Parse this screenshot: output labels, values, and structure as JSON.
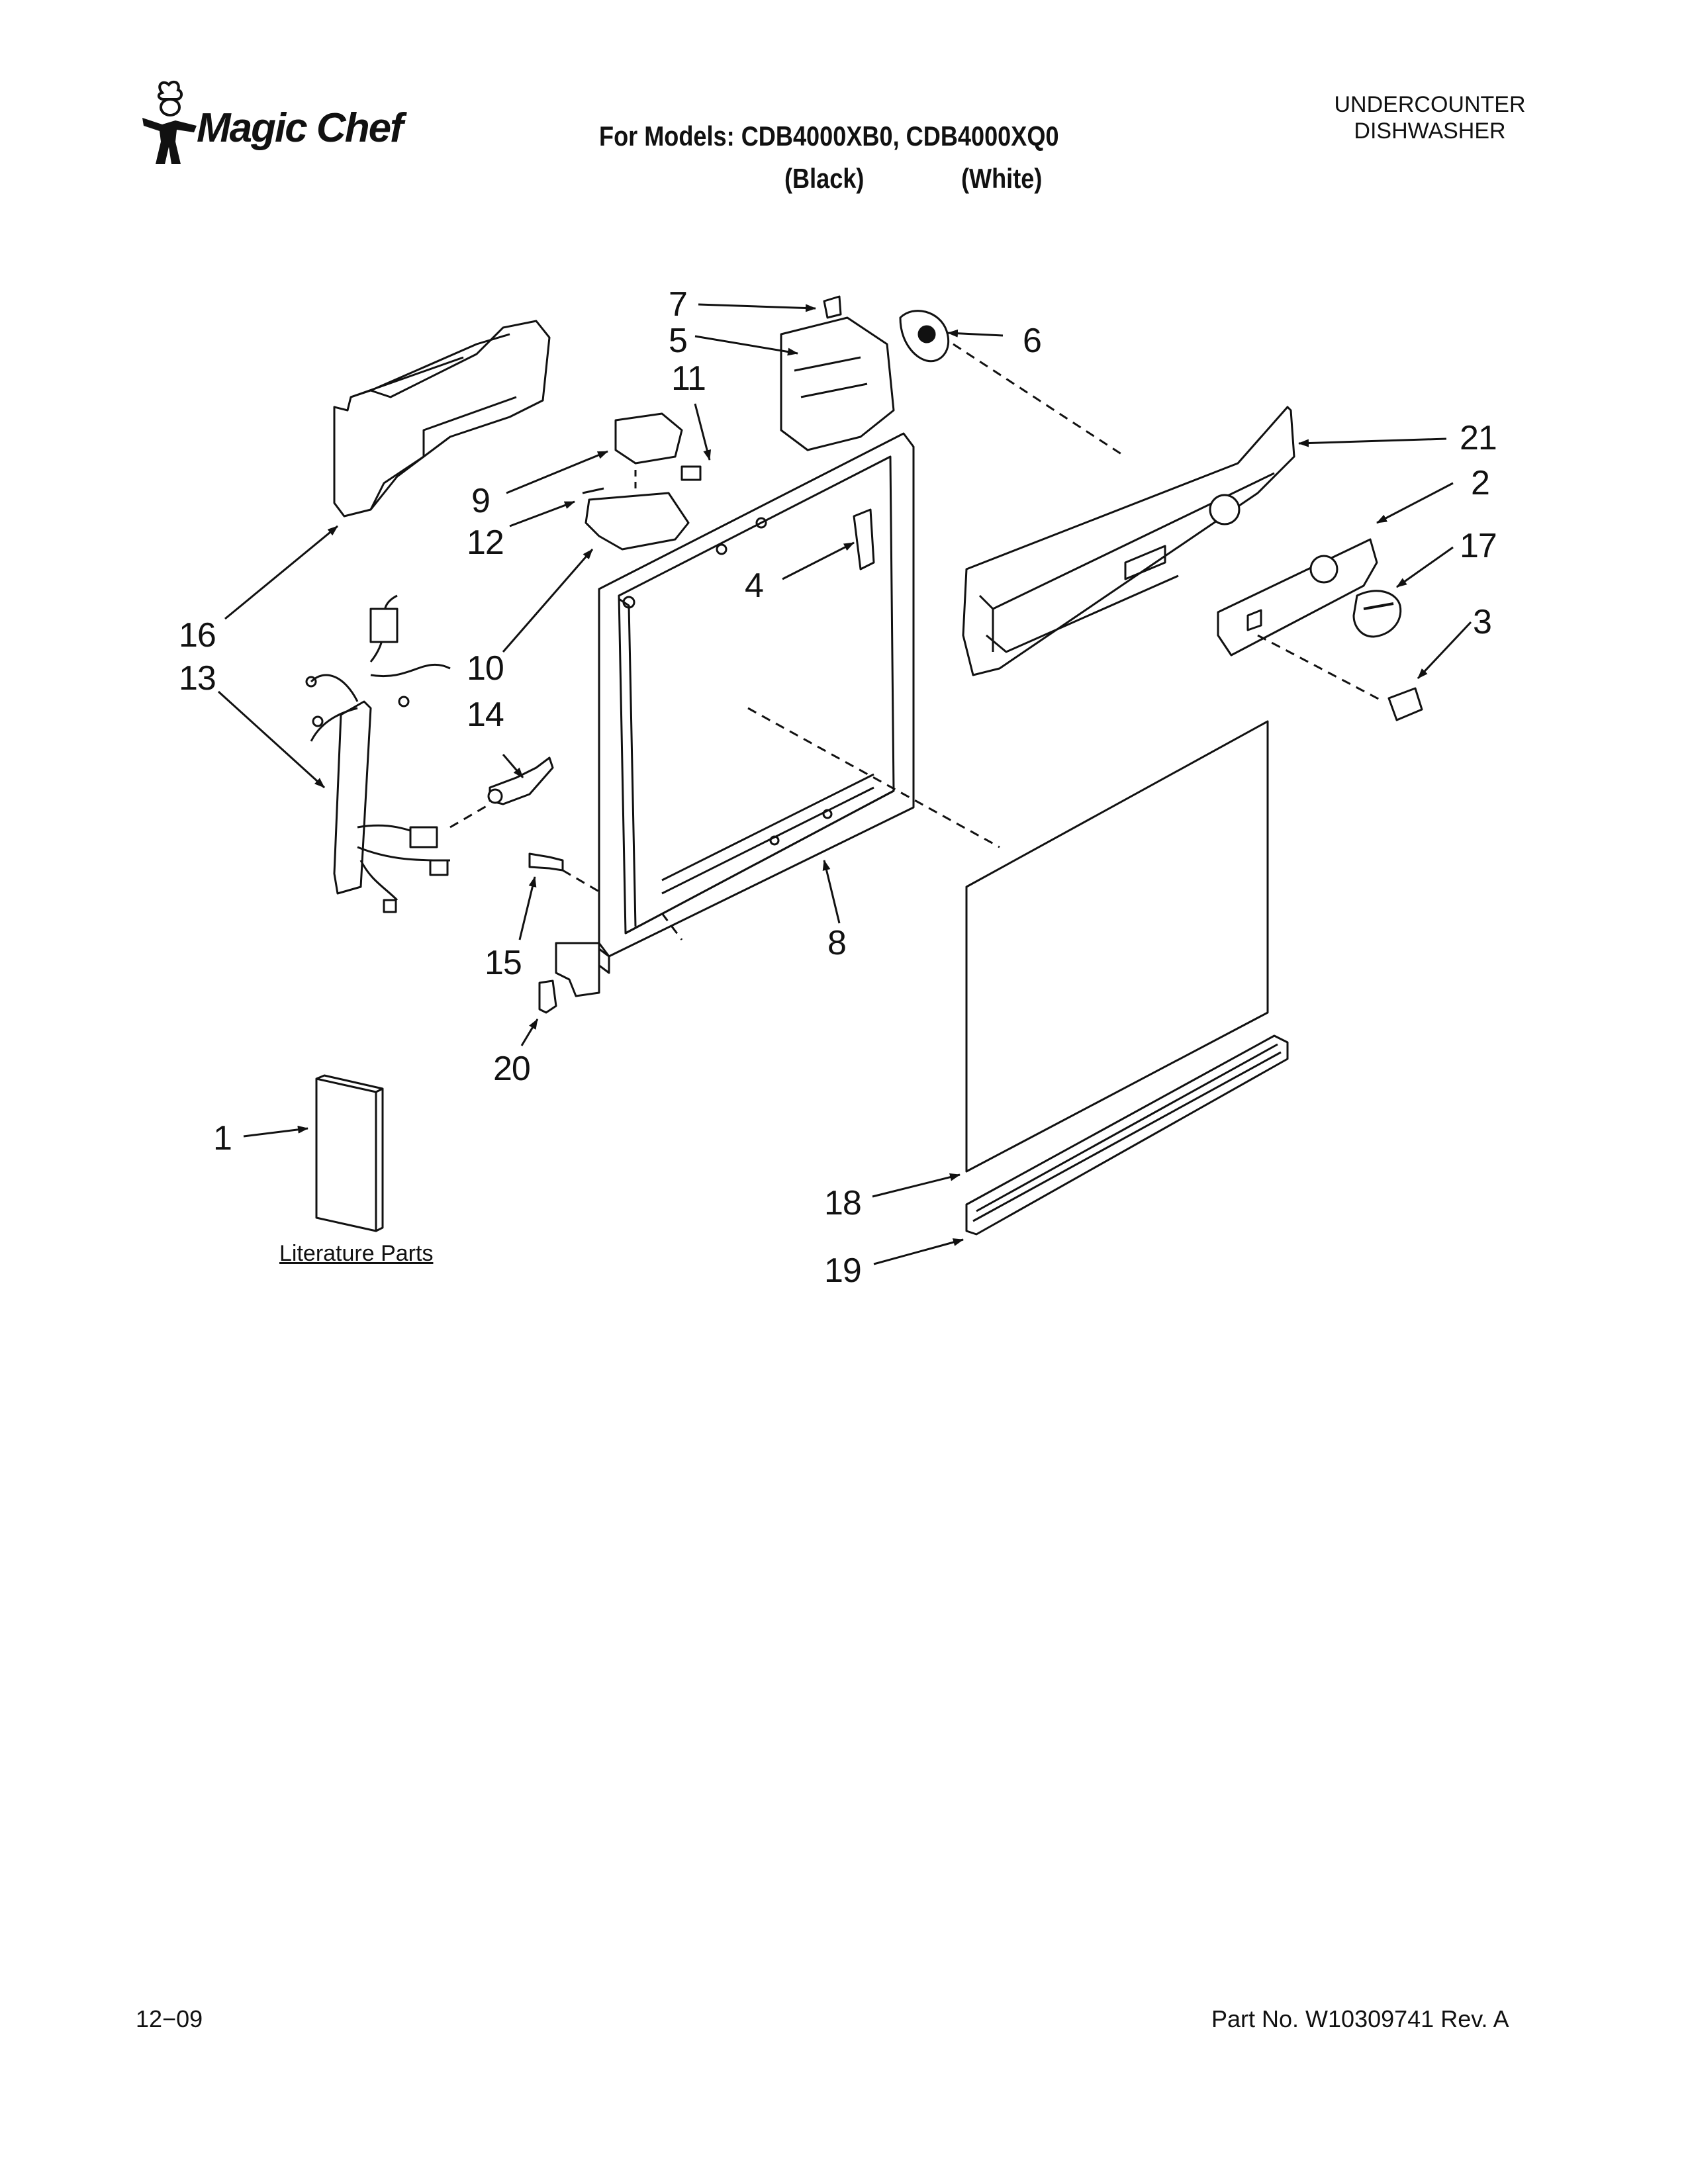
{
  "header": {
    "brand": "Magic Chef",
    "models_line": "For Models: CDB4000XB0, CDB4000XQ0",
    "variant_black": "(Black)",
    "variant_white": "(White)",
    "category_line1": "UNDERCOUNTER",
    "category_line2": "DISHWASHER"
  },
  "diagram": {
    "callouts": [
      "7",
      "5",
      "11",
      "6",
      "21",
      "2",
      "17",
      "9",
      "12",
      "3",
      "4",
      "16",
      "13",
      "10",
      "14",
      "15",
      "8",
      "20",
      "1",
      "18",
      "19"
    ],
    "literature_label": "Literature Parts"
  },
  "footer": {
    "date": "12−09",
    "part_number": "Part No. W10309741 Rev. A"
  }
}
